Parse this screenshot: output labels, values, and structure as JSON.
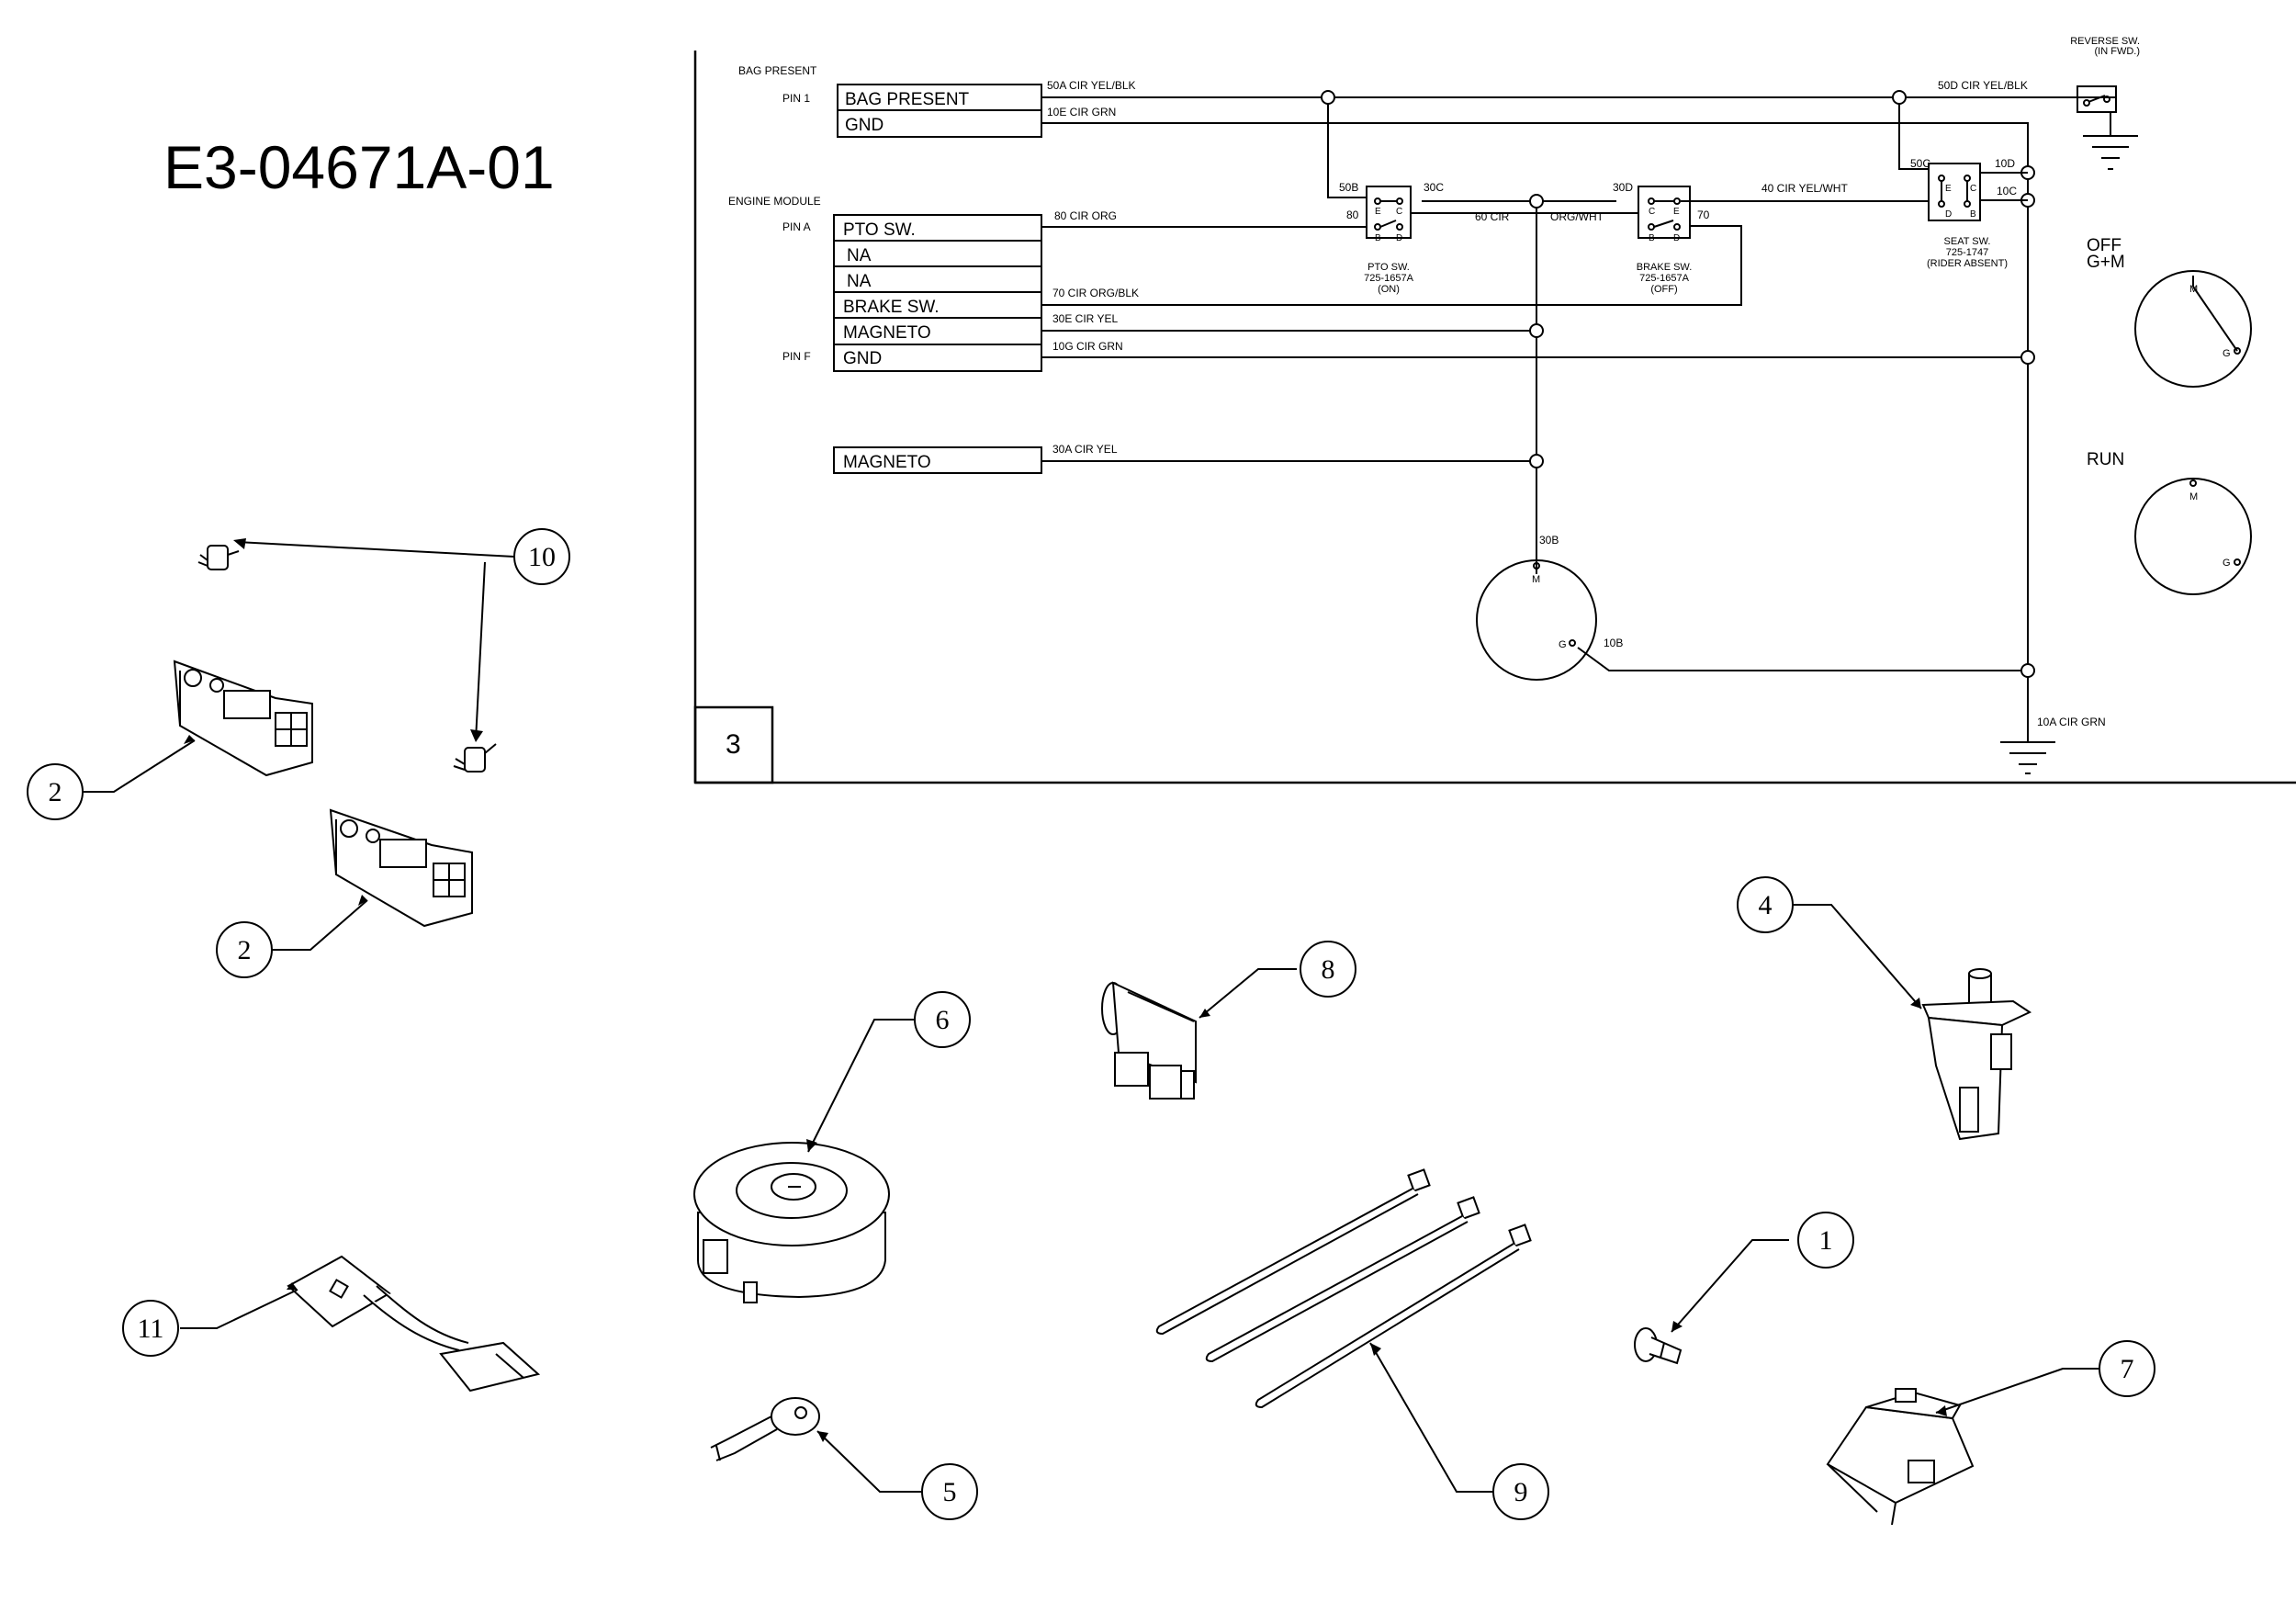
{
  "drawing_number": "E3-04671A-01",
  "schematic": {
    "page_number": "3",
    "headers": {
      "bag_present": "BAG PRESENT",
      "engine_module": "ENGINE MODULE",
      "pin_1": "PIN 1",
      "pin_a": "PIN A",
      "pin_f": "PIN F"
    },
    "connector_bag": [
      "BAG PRESENT",
      "GND"
    ],
    "connector_engine": [
      "PTO SW.",
      "NA",
      "NA",
      "BRAKE SW.",
      "MAGNETO",
      "GND"
    ],
    "connector_magneto": "MAGNETO",
    "wires": {
      "w50a": "50A CIR YEL/BLK",
      "w10e": "10E CIR GRN",
      "w80": "80 CIR ORG",
      "w70": "70 CIR ORG/BLK",
      "w30e": "30E CIR YEL",
      "w10g": "10G CIR GRN",
      "w30a": "30A CIR YEL",
      "w60": "60 CIR",
      "w60b": "ORG/WHT",
      "w40": "40 CIR YEL/WHT",
      "w50d": "50D CIR YEL/BLK",
      "w10a": "10A CIR GRN"
    },
    "terminals": {
      "t50b": "50B",
      "t30c": "30C",
      "t80": "80",
      "t30d": "30D",
      "t70": "70",
      "t50c": "50C",
      "t10d": "10D",
      "t10c": "10C",
      "t30b": "30B",
      "t10b": "10B"
    },
    "pole_letters": {
      "e": "E",
      "c": "C",
      "b": "B",
      "d": "D",
      "m": "M",
      "g": "G"
    },
    "switches": {
      "pto": [
        "PTO SW.",
        "725-1657A",
        "(ON)"
      ],
      "brake": [
        "BRAKE SW.",
        "725-1657A",
        "(OFF)"
      ],
      "seat": [
        "SEAT SW.",
        "725-1747",
        "(RIDER ABSENT)"
      ],
      "reverse": [
        "REVERSE SW.",
        "(IN FWD.)"
      ]
    },
    "ignition_states": {
      "off_1": "OFF",
      "off_2": "G+M",
      "run": "RUN"
    }
  },
  "callouts": [
    "1",
    "2",
    "2",
    "4",
    "5",
    "6",
    "7",
    "8",
    "9",
    "10",
    "11"
  ]
}
